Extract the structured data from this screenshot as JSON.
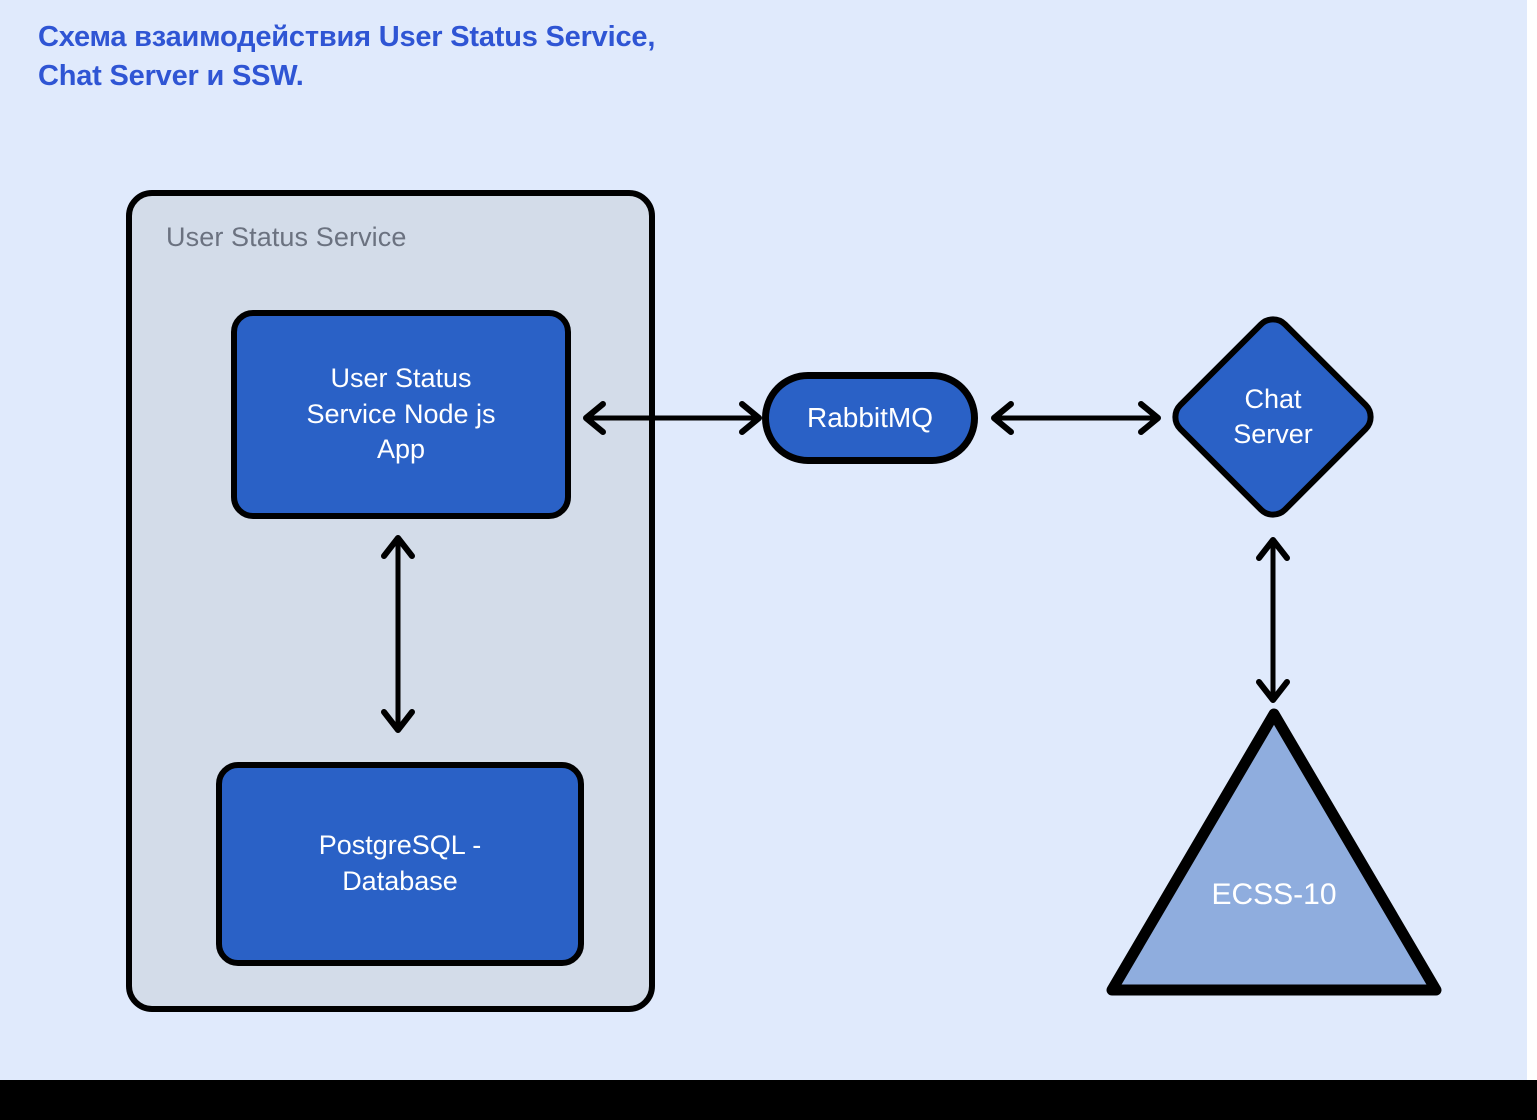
{
  "title": "Схема взаимодействия User Status Service,\nChat Server и SSW.",
  "colors": {
    "background": "#e0eafc",
    "title": "#2f55d4",
    "node_blue": "#2a61c6",
    "group_fill": "#d3dce9",
    "group_label": "#6b7280",
    "triangle_fill": "#8fadde",
    "stroke": "#000000",
    "node_text": "#ffffff",
    "bottom_bar": "#000000"
  },
  "group": {
    "label": "User Status Service"
  },
  "nodes": {
    "user_status_app": {
      "label": "User Status\nService Node js\nApp",
      "shape": "rounded-rect"
    },
    "postgresql": {
      "label": "PostgreSQL -\nDatabase",
      "shape": "rounded-rect"
    },
    "rabbitmq": {
      "label": "RabbitMQ",
      "shape": "stadium"
    },
    "chat_server": {
      "label": "Chat\nServer",
      "shape": "diamond"
    },
    "ecss10": {
      "label": "ECSS-10",
      "shape": "triangle"
    }
  },
  "connectors": [
    {
      "name": "app-to-rabbitmq",
      "from": "user_status_app",
      "to": "rabbitmq",
      "direction": "bidirectional",
      "orientation": "horizontal"
    },
    {
      "name": "rabbitmq-to-chat-server",
      "from": "rabbitmq",
      "to": "chat_server",
      "direction": "bidirectional",
      "orientation": "horizontal"
    },
    {
      "name": "app-to-postgresql",
      "from": "user_status_app",
      "to": "postgresql",
      "direction": "bidirectional",
      "orientation": "vertical"
    },
    {
      "name": "chat-server-to-ecss10",
      "from": "chat_server",
      "to": "ecss10",
      "direction": "bidirectional",
      "orientation": "vertical"
    }
  ]
}
